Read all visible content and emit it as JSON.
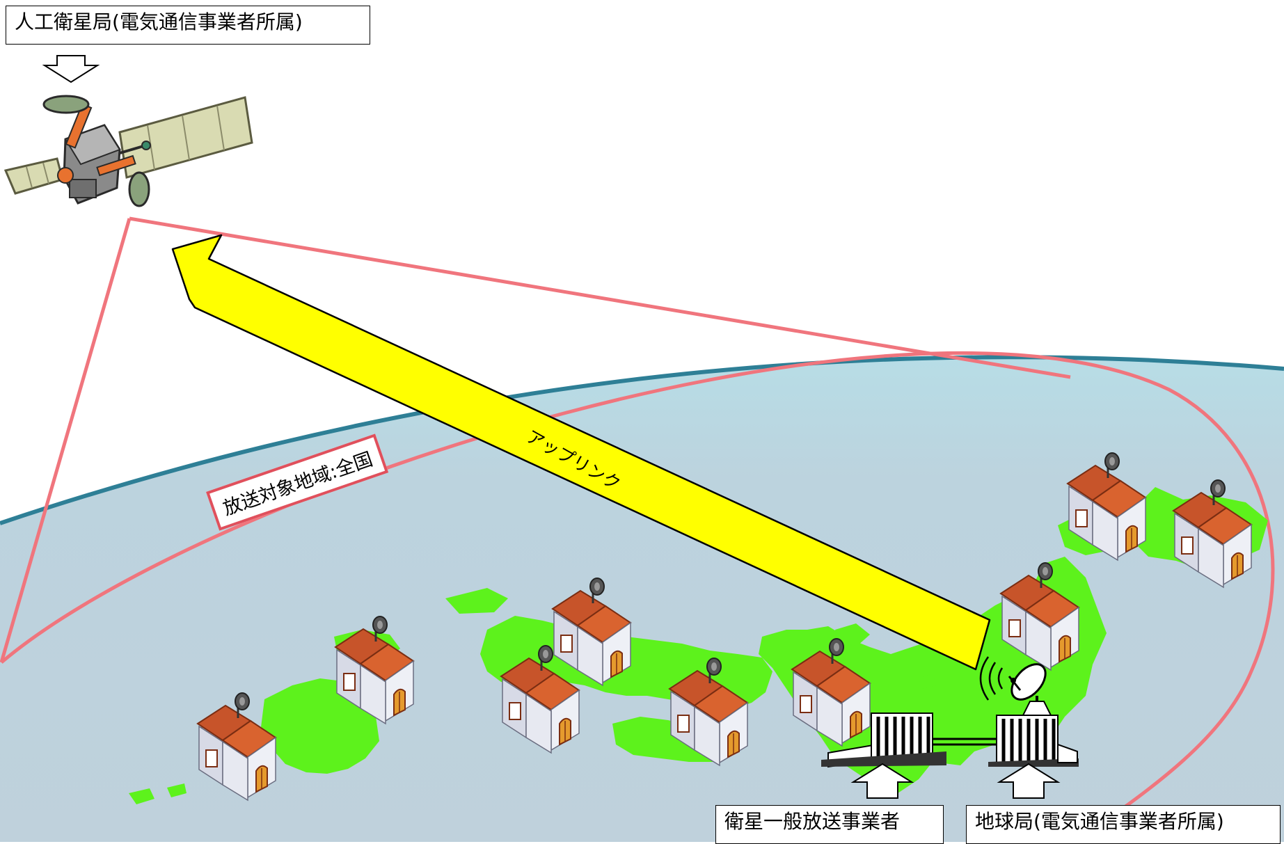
{
  "labels": {
    "satellite_station": "人工衛星局(電気通信事業者所属)",
    "broadcaster": "衛星一般放送事業者",
    "earth_station": "地球局(電気通信事業者所属)",
    "coverage_area": "放送対象地域:全国",
    "uplink": "アップリンク"
  },
  "colors": {
    "earth_fill": "#bcd3de",
    "earth_rim": "#2e7f96",
    "coverage_line": "#f0757d",
    "land": "#5df21c",
    "uplink_arrow": "#ffff00",
    "roof": "#c7542a",
    "satellite_panel": "#d9dbb2"
  },
  "icons": [
    "satellite-icon",
    "house-icon",
    "building-icon",
    "dish-antenna-icon",
    "down-arrow-icon",
    "up-arrow-icon"
  ]
}
